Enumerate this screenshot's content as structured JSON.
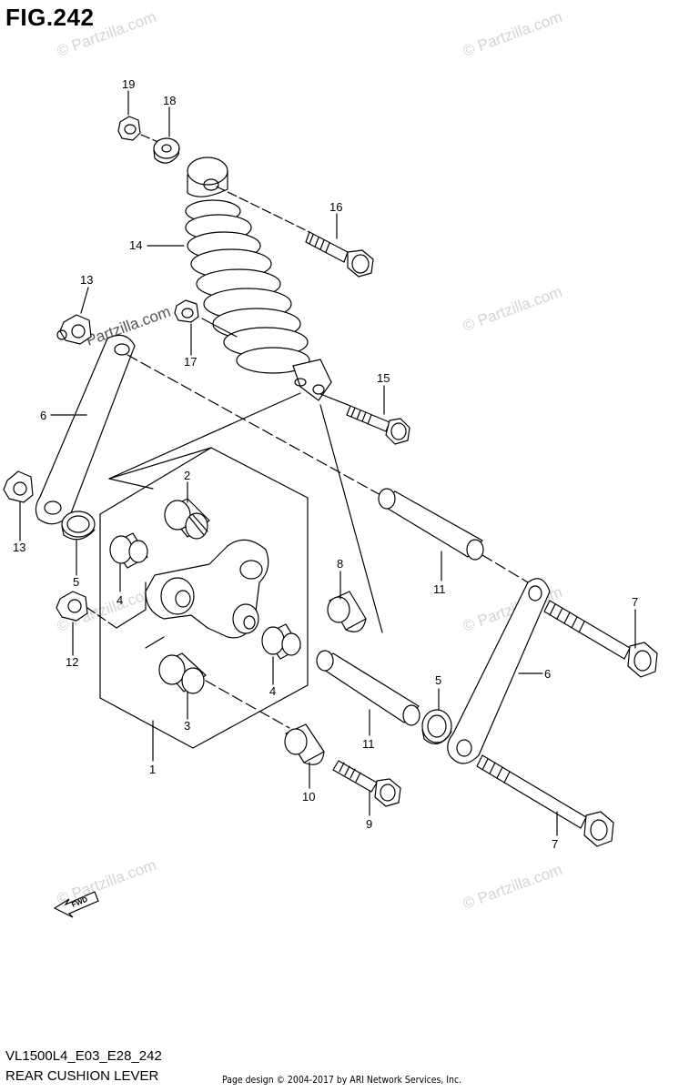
{
  "figure": {
    "title": "FIG.242",
    "model_code": "VL1500L4_E03_E28_242",
    "section_name": "REAR CUSHION LEVER",
    "copyright": "Page design © 2004-2017 by ARI Network Services, Inc."
  },
  "watermark": {
    "text": "© Partzilla.com",
    "dark_text": "Partzilla.com"
  },
  "fwd_label": "FWD",
  "callouts": [
    {
      "id": "c19",
      "label": "19"
    },
    {
      "id": "c18",
      "label": "18"
    },
    {
      "id": "c16",
      "label": "16"
    },
    {
      "id": "c14",
      "label": "14"
    },
    {
      "id": "c13a",
      "label": "13"
    },
    {
      "id": "c17",
      "label": "17"
    },
    {
      "id": "c15",
      "label": "15"
    },
    {
      "id": "c6a",
      "label": "6"
    },
    {
      "id": "c2",
      "label": "2"
    },
    {
      "id": "c13b",
      "label": "13"
    },
    {
      "id": "c5a",
      "label": "5"
    },
    {
      "id": "c4a",
      "label": "4"
    },
    {
      "id": "c8",
      "label": "8"
    },
    {
      "id": "c11a",
      "label": "11"
    },
    {
      "id": "c7a",
      "label": "7"
    },
    {
      "id": "c12",
      "label": "12"
    },
    {
      "id": "c4b",
      "label": "4"
    },
    {
      "id": "c3",
      "label": "3"
    },
    {
      "id": "c5b",
      "label": "5"
    },
    {
      "id": "c6b",
      "label": "6"
    },
    {
      "id": "c11b",
      "label": "11"
    },
    {
      "id": "c1",
      "label": "1"
    },
    {
      "id": "c10",
      "label": "10"
    },
    {
      "id": "c9",
      "label": "9"
    },
    {
      "id": "c7b",
      "label": "7"
    }
  ]
}
